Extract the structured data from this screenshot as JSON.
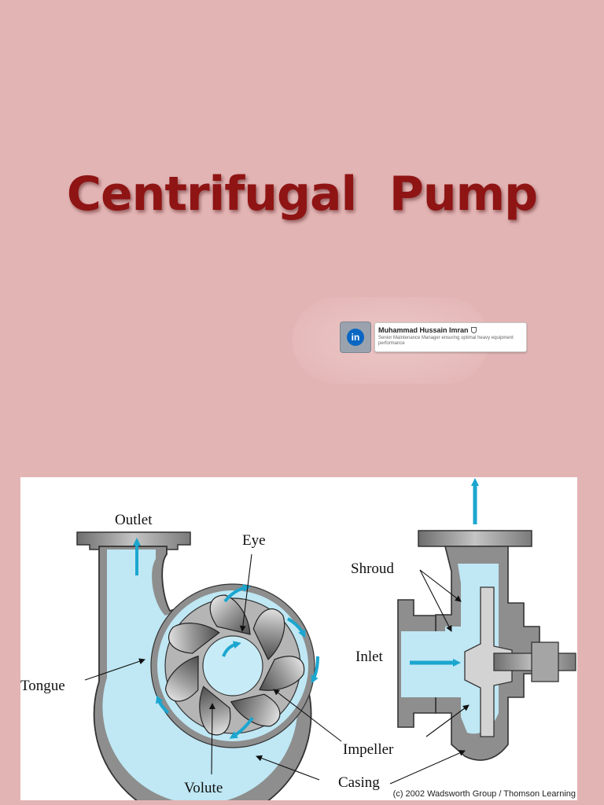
{
  "slide": {
    "title": "Centrifugal   Pump",
    "background_color": "#e3b4b4",
    "title_color": "#8f1414"
  },
  "linkedin_badge": {
    "icon": "linkedin-icon",
    "icon_text": "in",
    "name": "Muhammad Hussain Imran",
    "verified_icon": "verified-shield-icon",
    "headline": "Senior Maintenance Manager ensuring optimal heavy equipment performance"
  },
  "diagram": {
    "labels": {
      "outlet": "Outlet",
      "eye": "Eye",
      "tongue": "Tongue",
      "volute": "Volute",
      "shroud": "Shroud",
      "inlet": "Inlet",
      "impeller": "Impeller",
      "casing": "Casing"
    },
    "credit": "(c) 2002 Wadsworth Group / Thomson Learning",
    "colors": {
      "fluid": "#bfe7f4",
      "arrow": "#1ba6cf",
      "metal": "#8e8e8e"
    }
  }
}
